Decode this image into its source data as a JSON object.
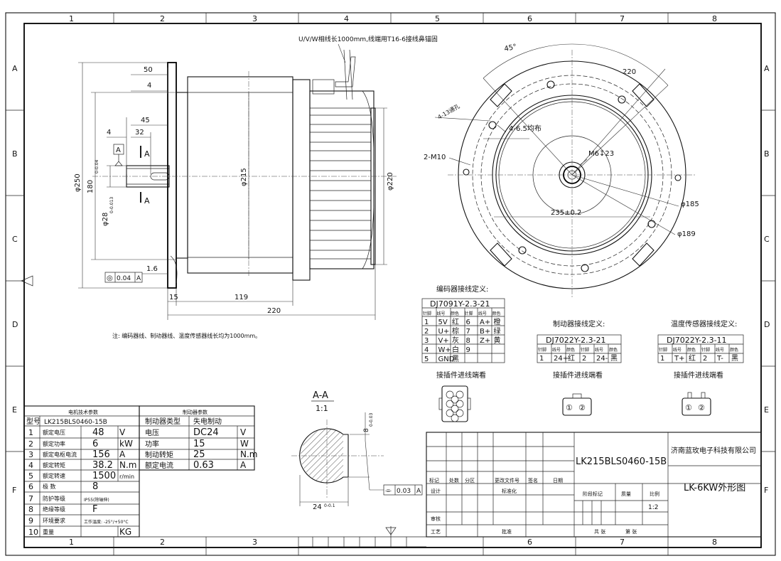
{
  "frame": {
    "col_numbers": [
      "1",
      "2",
      "3",
      "4",
      "5",
      "6",
      "7",
      "8"
    ],
    "row_letters": [
      "A",
      "B",
      "C",
      "D",
      "E",
      "F"
    ]
  },
  "side_view": {
    "cable_note": "U/V/W相线长1000mm,线端用T16-6接线鼻锚固",
    "dims": {
      "d50": "50",
      "d4a": "4",
      "d45": "45",
      "d4b": "4",
      "d32": "32",
      "phi250": "φ250",
      "d180": "180",
      "d180_tol": "0-0.04",
      "phi28": "φ28",
      "phi28_tol": "0-0.013",
      "phi215": "φ215",
      "phi220": "φ220",
      "d1_6": "1.6",
      "d15": "15",
      "d119": "119",
      "d220": "220"
    },
    "datum_a": "A",
    "section_mark": "A",
    "gdt": {
      "symbol": "◎",
      "value": "0.04",
      "datum": "A"
    }
  },
  "front_view": {
    "angle": "45°",
    "d220": "220",
    "holes_4_13": "4-13通孔",
    "holes_4_65": "4-6.5均布",
    "thread_2m10": "2-M10",
    "thread_m6": "M6↧23",
    "d235": "235±0.2",
    "phi185": "φ185",
    "phi189": "φ189"
  },
  "note": "注: 编码器线、制动器线、温度传感器线长均为1000mm。",
  "encoder": {
    "title": "编码器接线定义:",
    "model": "DJ7091Y-2.3-21",
    "headers": [
      "针脚",
      "线号",
      "颜色",
      "针脚",
      "线号",
      "颜色"
    ],
    "rows": [
      [
        "1",
        "5V",
        "红",
        "6",
        "A+",
        "橙"
      ],
      [
        "2",
        "U+",
        "棕",
        "7",
        "B+",
        "绿"
      ],
      [
        "3",
        "V+",
        "灰",
        "8",
        "Z+",
        "黄"
      ],
      [
        "4",
        "W+",
        "白",
        "9",
        "",
        ""
      ],
      [
        "5",
        "GND",
        "黑",
        "",
        "",
        ""
      ]
    ],
    "connector_label": "接插件进线端看"
  },
  "brake": {
    "title": "制动器接线定义:",
    "model": "DJ7022Y-2.3-21",
    "headers": [
      "针脚",
      "线号",
      "颜色",
      "针脚",
      "线号",
      "颜色"
    ],
    "rows": [
      [
        "1",
        "24+",
        "红",
        "2",
        "24-",
        "黑"
      ]
    ],
    "connector_label": "接插件进线端看",
    "pins": [
      "①",
      "②"
    ]
  },
  "temp": {
    "title": "温度传感器接线定义:",
    "model": "DJ7022Y-2.3-11",
    "headers": [
      "针脚",
      "线号",
      "颜色",
      "针脚",
      "线号",
      "颜色"
    ],
    "rows": [
      [
        "1",
        "T+",
        "红",
        "2",
        "T-",
        "黑"
      ]
    ],
    "connector_label": "接插件进线端看",
    "pins": [
      "①",
      "②"
    ]
  },
  "section": {
    "title": "A-A",
    "scale": "1:1",
    "d8": "8",
    "d8_tol": "0-0.03",
    "d24": "24",
    "d24_tol": "0-0.1",
    "gdt": {
      "symbol": "⌯",
      "value": "0.03",
      "datum": "A"
    }
  },
  "motor_params": {
    "title": "电机技术参数",
    "model_label": "型号",
    "model": "LK215BLS0460-15B",
    "rows": [
      [
        "1",
        "额定电压",
        "48",
        "V"
      ],
      [
        "2",
        "额定功率",
        "6",
        "kW"
      ],
      [
        "3",
        "额定电枢电流",
        "156",
        "A"
      ],
      [
        "4",
        "额定转矩",
        "38.2",
        "N.m"
      ],
      [
        "5",
        "额定转速",
        "1500",
        "r/min"
      ],
      [
        "6",
        "极 数",
        "8",
        ""
      ],
      [
        "7",
        "防护等级",
        "IP55(除轴伸)",
        ""
      ],
      [
        "8",
        "绝缘等级",
        "F",
        ""
      ],
      [
        "9",
        "环境要求",
        "工作温度: -25°/+50°C",
        ""
      ],
      [
        "10",
        "重量",
        "",
        "KG"
      ]
    ]
  },
  "brake_params": {
    "title": "制动器参数",
    "rows": [
      [
        "制动器类型",
        "失电制动",
        ""
      ],
      [
        "电压",
        "DC24",
        "V"
      ],
      [
        "功率",
        "15",
        "W"
      ],
      [
        "制动转矩",
        "25",
        "N.m"
      ],
      [
        "额定电流",
        "0.63",
        "A"
      ]
    ]
  },
  "title_block": {
    "drawing_no": "LK215BLS0460-15B",
    "company": "济南蓝玫电子科技有限公司",
    "drawing_name": "LK-6KW外形图",
    "scale": "1:2",
    "row_labels": [
      "标记",
      "处数",
      "分区",
      "更改文件号",
      "签名",
      "日期"
    ],
    "design": "设计",
    "standard": "标准化",
    "stage": "阶段标记",
    "weight": "质量",
    "ratio": "比例",
    "review": "审核",
    "process": "工艺",
    "approve": "批准",
    "sheets": "共  张",
    "sheet": "第  张"
  }
}
